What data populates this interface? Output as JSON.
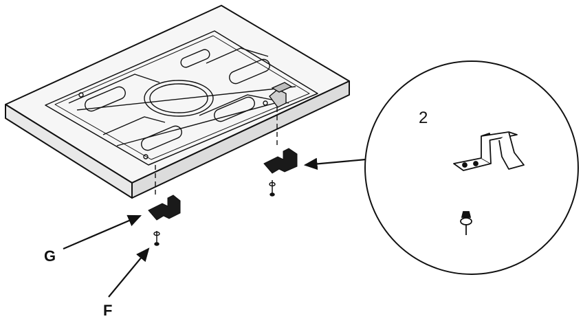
{
  "labels": {
    "g": "G",
    "f": "F",
    "part_number": "2"
  },
  "colors": {
    "ink": "#111111",
    "paper": "#ffffff",
    "panel_fill": "#f6f6f6",
    "bracket_fill": "#1a1a1a"
  }
}
